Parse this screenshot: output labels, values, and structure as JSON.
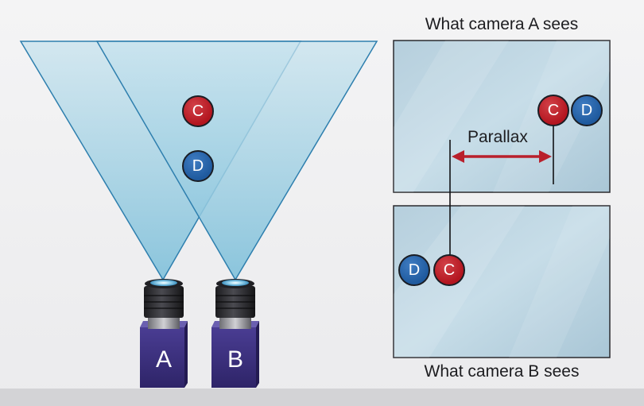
{
  "scene": {
    "balls": {
      "c": {
        "label": "C",
        "color": "#be1e28"
      },
      "d": {
        "label": "D",
        "color": "#2a64a8"
      }
    },
    "cameras": [
      {
        "label": "A"
      },
      {
        "label": "B"
      }
    ]
  },
  "view_a": {
    "title": "What camera A sees",
    "balls": {
      "c": "C",
      "d": "D"
    }
  },
  "view_b": {
    "title": "What camera B sees",
    "balls": {
      "d": "D",
      "c": "C"
    }
  },
  "parallax": {
    "label": "Parallax",
    "arrow_color": "#b9202c"
  },
  "colors": {
    "cone_fill": "#a9d2e2",
    "cone_edge": "#2e7fae",
    "camera_body": "#3a2f7e",
    "panel_border": "#2a2a2e"
  }
}
